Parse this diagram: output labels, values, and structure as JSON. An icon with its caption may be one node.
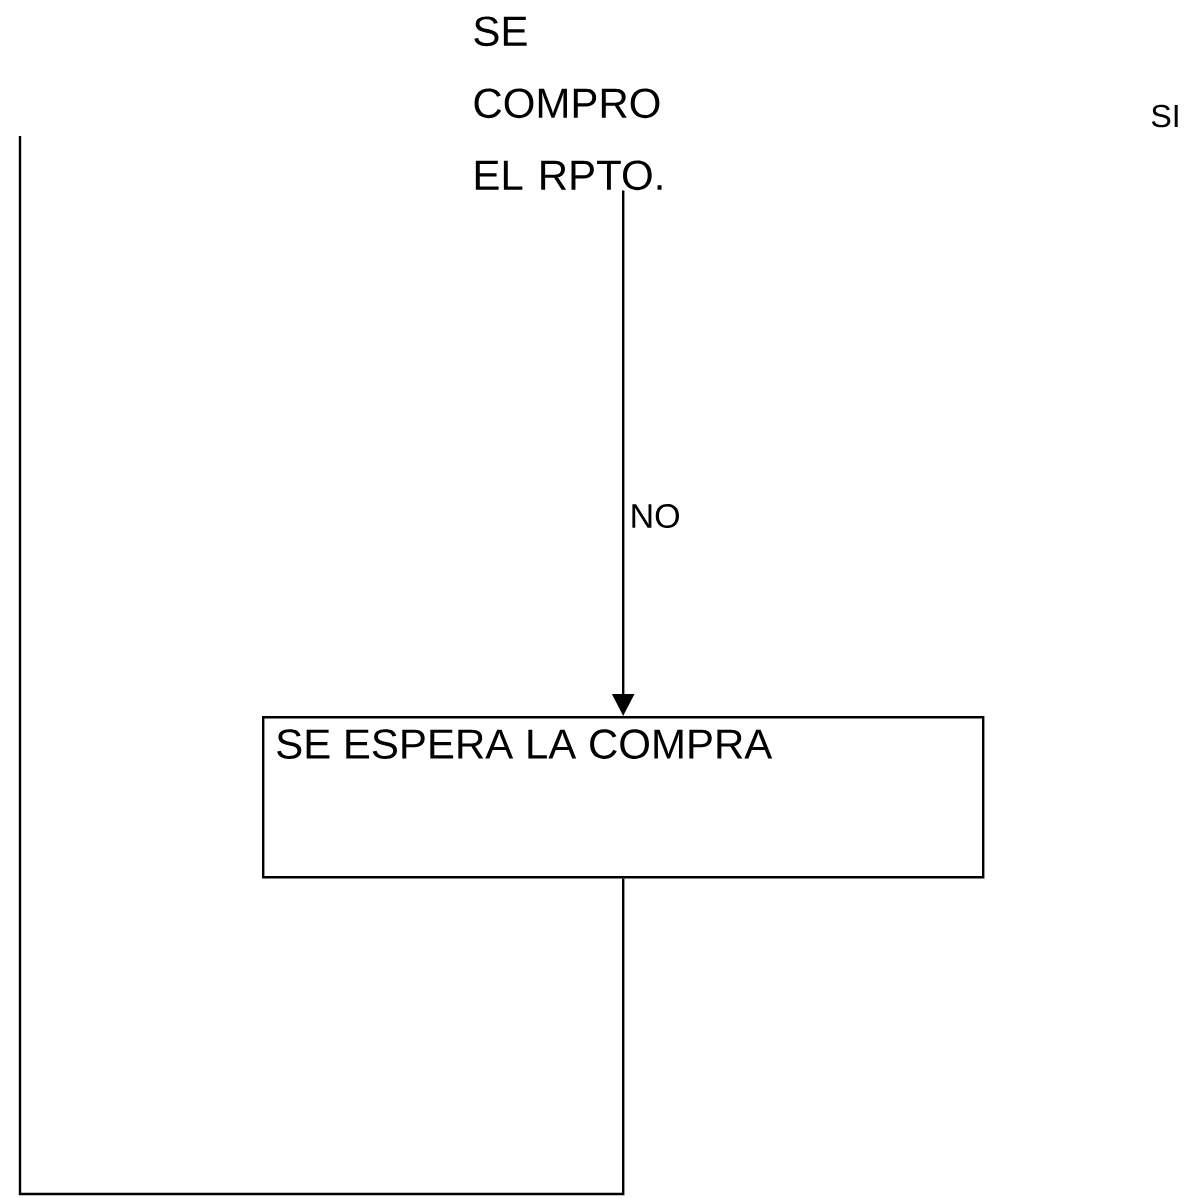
{
  "diagram": {
    "nodes": [
      {
        "text": [
          "SE COMPRO EL RPTO."
        ]
      },
      {
        "text": [
          "SE ESPERA LA COMPRA"
        ]
      }
    ],
    "edges": [
      {
        "from": 0,
        "to": 1,
        "arrow": "to",
        "label": "NO"
      },
      {
        "from": 1,
        "to": null,
        "arrow": "none"
      }
    ],
    "labels": [
      "SI"
    ]
  }
}
